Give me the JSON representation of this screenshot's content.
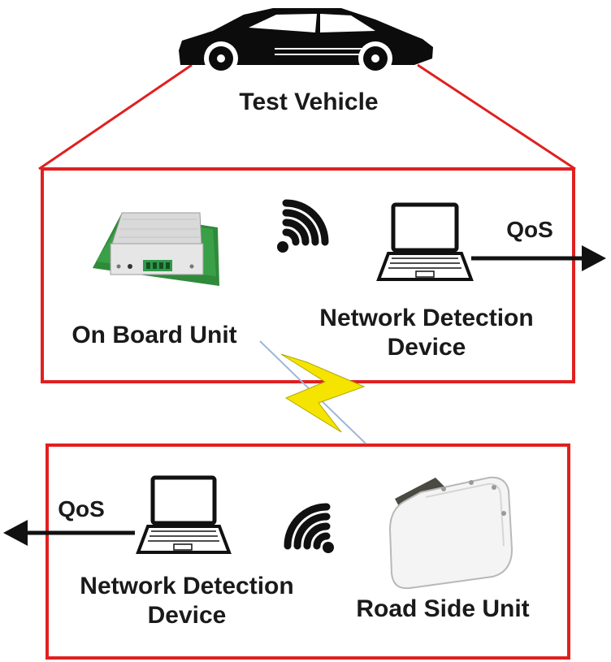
{
  "labels": {
    "test_vehicle": "Test Vehicle",
    "on_board_unit": "On Board Unit",
    "network_detection_device_top": "Network Detection Device",
    "network_detection_device_bottom": "Network Detection Device",
    "road_side_unit": "Road Side Unit",
    "qos_top": "QoS",
    "qos_bottom": "QoS"
  },
  "colors": {
    "frame": "#e02020",
    "lightning": "#f5e400",
    "ink": "#111111"
  },
  "icons": [
    "car-icon",
    "on-board-unit-icon",
    "wifi-icon",
    "laptop-icon",
    "road-side-unit-icon",
    "lightning-icon",
    "arrow-right-icon",
    "arrow-left-icon"
  ]
}
